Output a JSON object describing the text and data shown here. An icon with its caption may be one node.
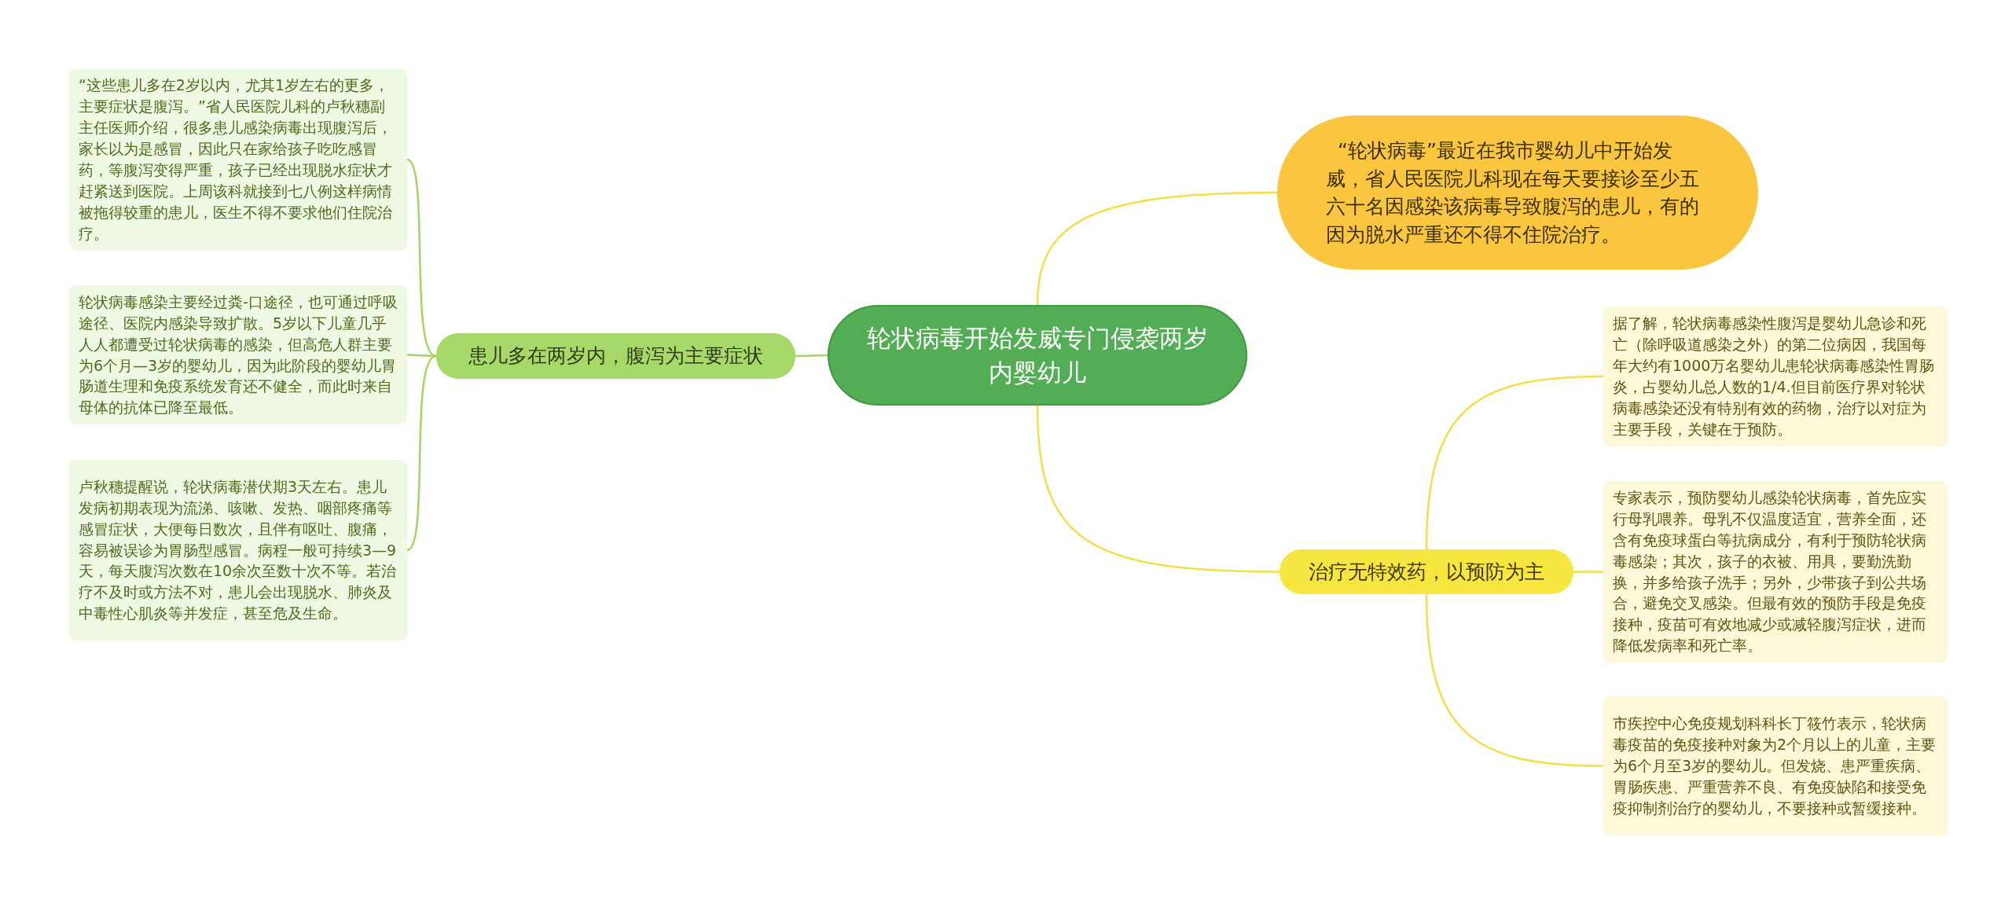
{
  "diagram": {
    "nodes": [
      {
        "text": [
          "轮状病毒开始发威专门侵袭两岁内婴幼儿"
        ]
      },
      {
        "text": [
          "“轮状病毒”最近在我市婴幼儿中开始发威，省人民医院儿科现在每天要接诊至少五六十名因感染该病毒导致腹泻的患儿，有的因为脱水严重还不得不住院治疗。"
        ]
      },
      {
        "text": [
          "患儿多在两岁内，腹泻为主要症状"
        ]
      },
      {
        "text": [
          "“这些患儿多在2岁以内，尤其1岁左右的更多，主要症状是腹泻。”省人民医院儿科的卢秋穗副主任医师介绍，很多患儿感染病毒出现腹泻后，家长以为是感冒，因此只在家给孩子吃吃感冒药，等腹泻变得严重，孩子已经出现脱水症状才赶紧送到医院。上周该科就接到七八例这样病情被拖得较重的患儿，医生不得不要求他们住院治疗。"
        ]
      },
      {
        "text": [
          "轮状病毒感染主要经过粪-口途径，也可通过呼吸途径、医院内感染导致扩散。5岁以下儿童几乎人人都遭受过轮状病毒的感染，但高危人群主要为6个月—3岁的婴幼儿，因为此阶段的婴幼儿胃肠道生理和免疫系统发育还不健全，而此时来自母体的抗体已降至最低。"
        ]
      },
      {
        "text": [
          "卢秋穗提醒说，轮状病毒潜伏期3天左右。患儿发病初期表现为流涕、咳嗽、发热、咽部疼痛等感冒症状，大便每日数次，且伴有呕吐、腹痛，容易被误诊为胃肠型感冒。病程一般可持续3—9天，每天腹泻次数在10余次至数十次不等。若治疗不及时或方法不对，患儿会出现脱水、肺炎及中毒性心肌炎等并发症，甚至危及生命。"
        ]
      },
      {
        "text": [
          "治疗无特效药，以预防为主"
        ]
      },
      {
        "text": [
          "据了解，轮状病毒感染性腹泻是婴幼儿急诊和死亡（除呼吸道感染之外）的第二位病因，我国每年大约有1000万名婴幼儿患轮状病毒感染性胃肠炎，占婴幼儿总人数的1/4.但目前医疗界对轮状病毒感染还没有特别有效的药物，治疗以对症为主要手段，关键在于预防。"
        ]
      },
      {
        "text": [
          "专家表示，预防婴幼儿感染轮状病毒，首先应实行母乳喂养。母乳不仅温度适宜，营养全面，还含有免疫球蛋白等抗病成分，有利于预防轮状病毒感染；其次，孩子的衣被、用具，要勤洗勤换，并多给孩子洗手；另外，少带孩子到公共场合，避免交叉感染。但最有效的预防手段是免疫接种，疫苗可有效地减少或减轻腹泻症状，进而降低发病率和死亡率。"
        ]
      },
      {
        "text": [
          "市疾控中心免疫规划科科长丁筱竹表示，轮状病毒疫苗的免疫接种对象为2个月以上的儿童，主要为6个月至3岁的婴幼儿。但发烧、患严重疾病、胃肠疾患、严重营养不良、有免疫缺陷和接受免疫抑制剂治疗的婴幼儿，不要接种或暂缓接种。"
        ]
      }
    ],
    "edges": [
      {
        "from": 0,
        "to": 1,
        "arrow": "none"
      },
      {
        "from": 0,
        "to": 2,
        "arrow": "none",
        "color": "#a3d65f"
      },
      {
        "from": 2,
        "to": 3,
        "arrow": "none",
        "color": "#a3d65f"
      },
      {
        "from": 2,
        "to": 4,
        "arrow": "none",
        "color": "#a3d65f"
      },
      {
        "from": 2,
        "to": 5,
        "arrow": "none",
        "color": "#a3d65f"
      },
      {
        "from": 0,
        "to": 6,
        "arrow": "none"
      },
      {
        "from": 6,
        "to": 7,
        "arrow": "none"
      },
      {
        "from": 6,
        "to": 8,
        "arrow": "none"
      },
      {
        "from": 6,
        "to": 9,
        "arrow": "none"
      }
    ]
  }
}
